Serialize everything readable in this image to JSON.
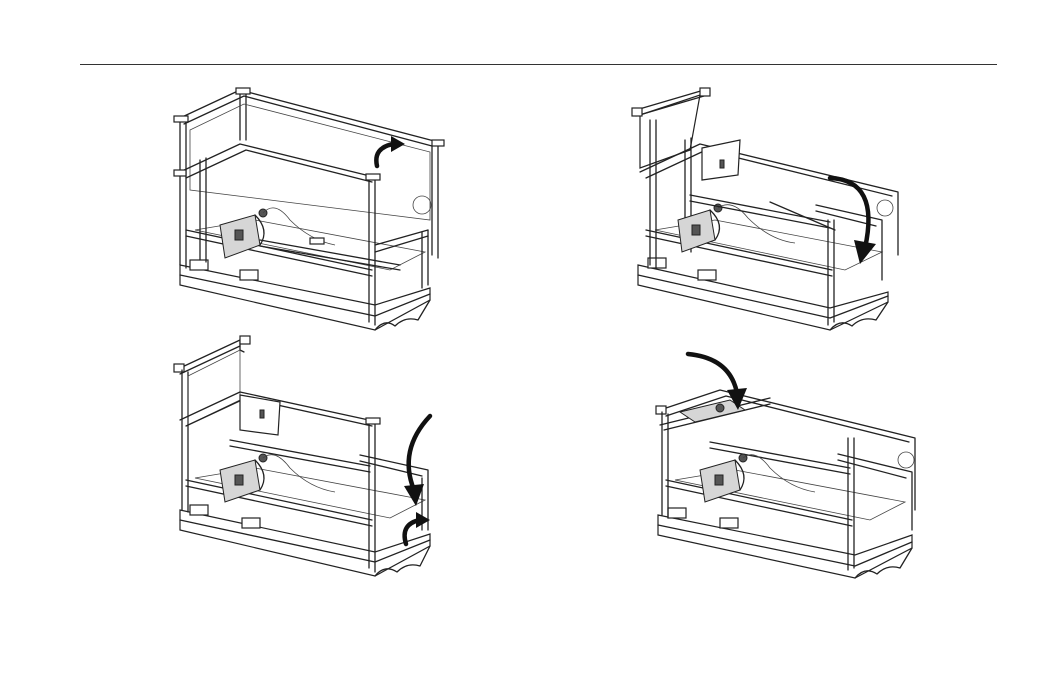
{
  "page": {
    "figures": [
      {
        "id": "step-1",
        "arrow": "curved-up-small",
        "icon": "rotate-arrow-icon"
      },
      {
        "id": "step-2",
        "arrow": "curved-down-right",
        "icon": "fold-down-arrow-icon"
      },
      {
        "id": "step-3",
        "arrow": "double-curved",
        "icon": "fold-down-arrow-icon"
      },
      {
        "id": "step-4",
        "arrow": "curved-down-from-left",
        "icon": "fold-down-arrow-icon"
      }
    ],
    "colors": {
      "line": "#222222",
      "arrow": "#111111",
      "background": "#ffffff"
    }
  }
}
